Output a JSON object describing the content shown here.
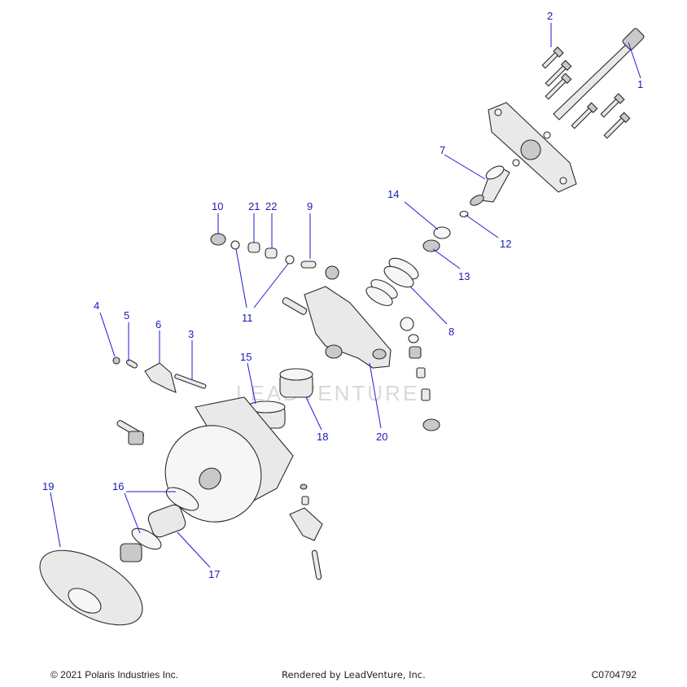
{
  "watermark": "LEADVENTURE",
  "footer": {
    "copyright": "© 2021 Polaris Industries Inc.",
    "rendered_by": "Rendered by LeadVenture, Inc.",
    "drawing_code": "C0704792"
  },
  "callouts": {
    "c1": "1",
    "c2": "2",
    "c3": "3",
    "c4": "4",
    "c5": "5",
    "c6": "6",
    "c7": "7",
    "c8": "8",
    "c9": "9",
    "c10": "10",
    "c11": "11",
    "c12": "12",
    "c13": "13",
    "c14": "14",
    "c15": "15",
    "c16": "16",
    "c17": "17",
    "c18": "18",
    "c19": "19",
    "c20": "20",
    "c21": "21",
    "c22": "22"
  }
}
